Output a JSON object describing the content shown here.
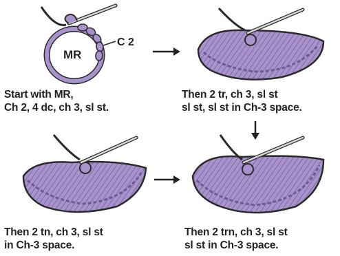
{
  "steps": [
    {
      "caption_lines": [
        "Start with MR,",
        "Ch 2, 4 dc, ch 3, sl st."
      ]
    },
    {
      "caption_lines": [
        "Then 2 tr, ch 3, sl st",
        "sl st, sl st in Ch-3 space."
      ]
    },
    {
      "caption_lines": [
        "Then 2 tn, ch 3, sl st",
        "in Ch-3 space."
      ]
    },
    {
      "caption_lines": [
        "Then 2 trn, ch 3, sl st",
        "sl st in Ch-3 space."
      ]
    }
  ],
  "labels": {
    "mr": "MR",
    "c2": "C 2"
  },
  "colors": {
    "yarn_fill": "#a993cc",
    "yarn_stitch": "#6b5a93",
    "outline": "#2a2a2a",
    "hook": "#d9d9d9"
  },
  "icons": [
    "arrow-right-icon",
    "arrow-down-icon",
    "crochet-hook-icon"
  ]
}
